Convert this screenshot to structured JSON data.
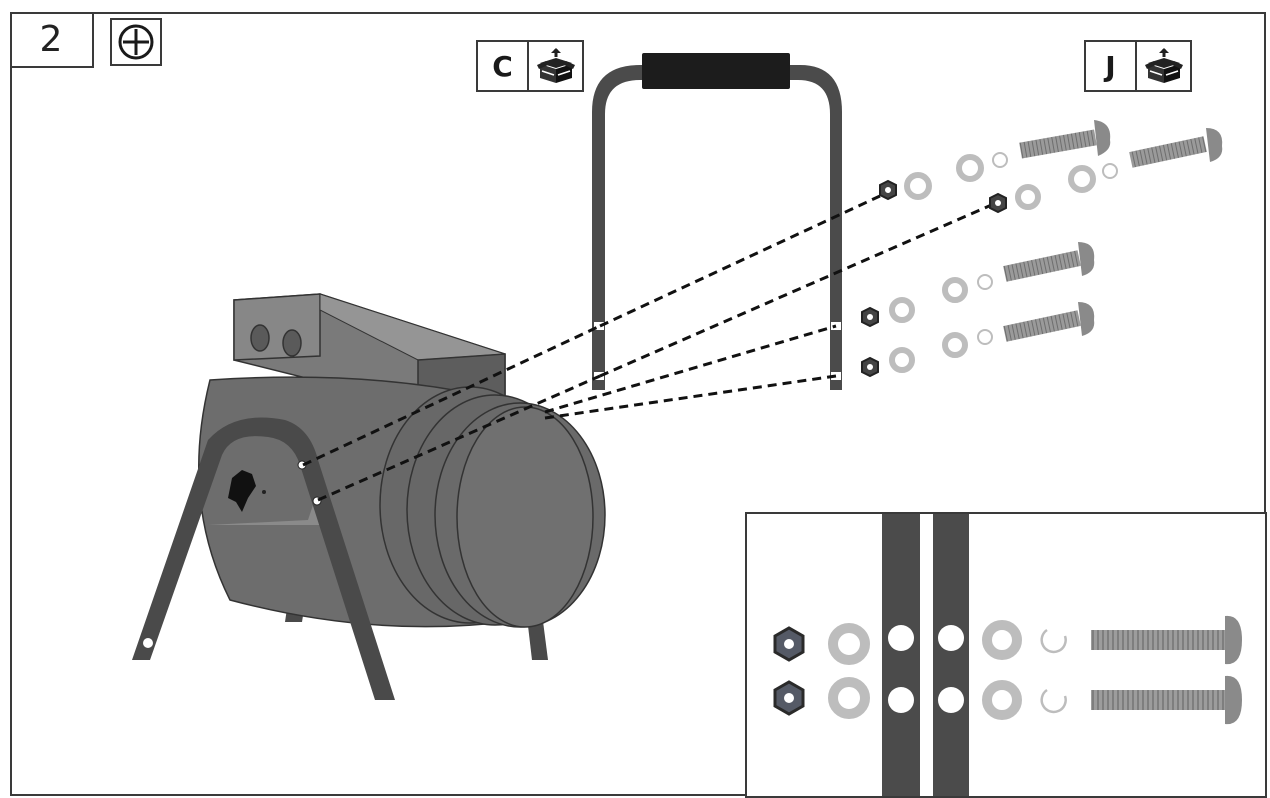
{
  "step": {
    "number": "2"
  },
  "parts": [
    {
      "letter": "C",
      "icon": "package-icon"
    },
    {
      "letter": "J",
      "icon": "package-icon"
    }
  ],
  "icons": {
    "add": "plus-circle-icon",
    "package": "package-icon"
  },
  "colors": {
    "outline": "#3a3a3a",
    "heater_body": "#6a6a6a",
    "heater_dark": "#4a4a4a",
    "handle": "#4b4b4b",
    "grip": "#1c1c1c",
    "hardware_light": "#bdbdbd",
    "hardware_dark": "#555a66",
    "bolt": "#8a8a8a"
  }
}
